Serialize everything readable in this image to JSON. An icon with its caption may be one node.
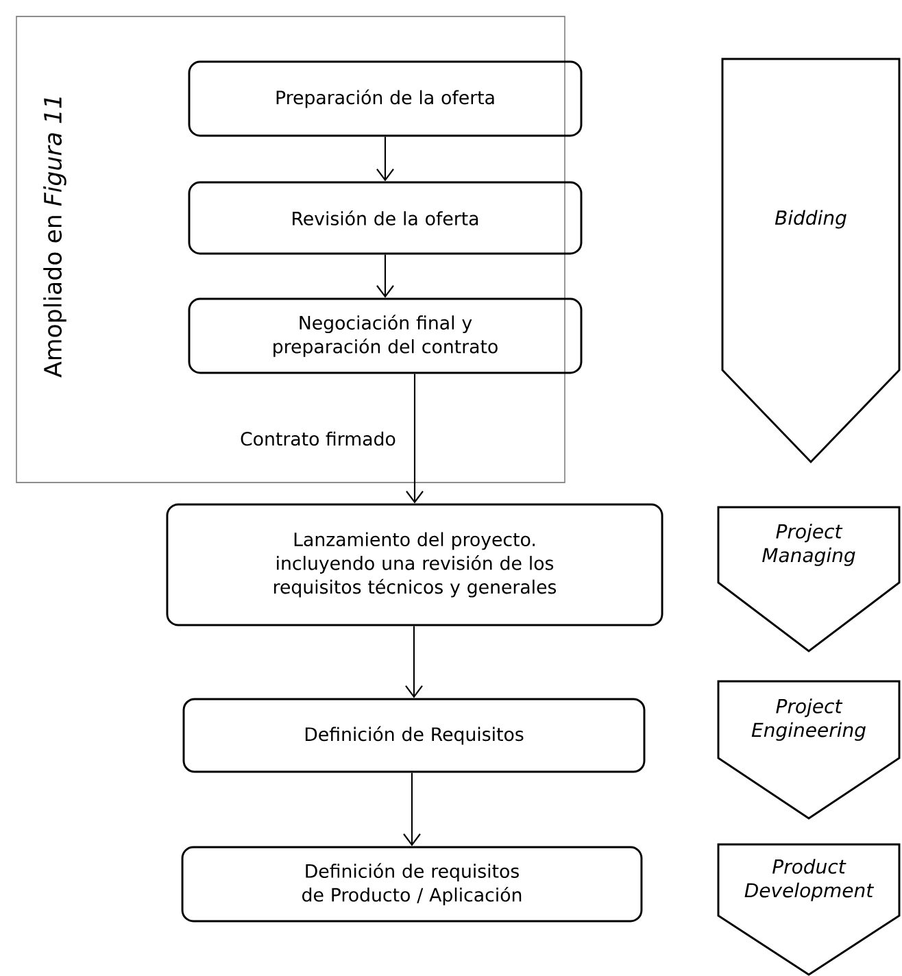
{
  "diagram": {
    "nodes": [
      {
        "text": [
          "Amopliado en *Figura 11*"
        ]
      },
      {
        "text": [
          "Preparación de la oferta"
        ],
        "in": 0
      },
      {
        "text": [
          "Revisión de la oferta"
        ],
        "in": 0
      },
      {
        "text": [
          "Negociación final y preparación del contrato"
        ],
        "in": 0
      },
      {
        "text": [
          "Lanzamiento del proyecto. incluyendo una revisión de los requisitos técnicos y generales"
        ]
      },
      {
        "text": [
          "Definición de Requisitos"
        ]
      },
      {
        "text": [
          "Definición de requisitos de Producto / Aplicación"
        ]
      },
      {
        "text": [
          "Bidding"
        ]
      },
      {
        "text": [
          "Project Managing"
        ]
      },
      {
        "text": [
          "Project Engineering"
        ]
      },
      {
        "text": [
          "Product Development"
        ]
      }
    ],
    "edges": [
      {
        "from": 1,
        "to": 2,
        "arrow": "to"
      },
      {
        "from": 2,
        "to": 3,
        "arrow": "to"
      },
      {
        "from": 3,
        "to": 4,
        "arrow": "to",
        "label": "Contrato firmado"
      },
      {
        "from": 4,
        "to": 5,
        "arrow": "to"
      },
      {
        "from": 5,
        "to": 6,
        "arrow": "to"
      }
    ]
  }
}
